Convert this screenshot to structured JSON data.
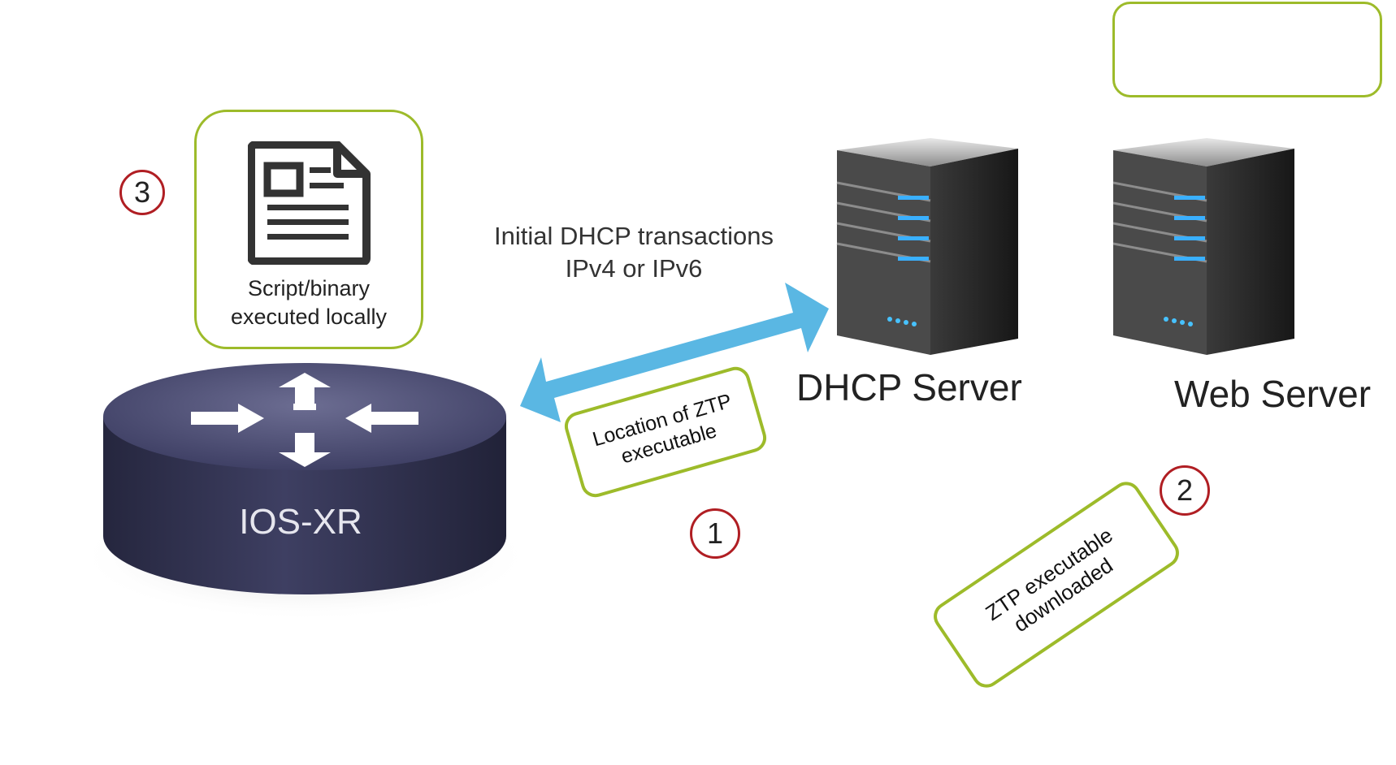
{
  "script_box": {
    "label_line1": "Script/binary",
    "label_line2": "executed locally"
  },
  "steps": {
    "one": "1",
    "two": "2",
    "three": "3"
  },
  "dhcp_note": {
    "line1": "Initial DHCP transactions",
    "line2": "IPv4 or IPv6"
  },
  "router": {
    "label": "IOS-XR"
  },
  "dhcp_server": {
    "label": "DHCP Server"
  },
  "web_server": {
    "label": "Web Server"
  },
  "tag_location": {
    "line1": "Location of ZTP",
    "line2": "executable"
  },
  "tag_download": {
    "line1": "ZTP executable",
    "line2": "downloaded"
  },
  "colors": {
    "accent_green": "#9dbb2a",
    "step_red": "#b01e23",
    "arrow_blue": "#5ab7e3",
    "router_dark": "#2d2e48"
  }
}
